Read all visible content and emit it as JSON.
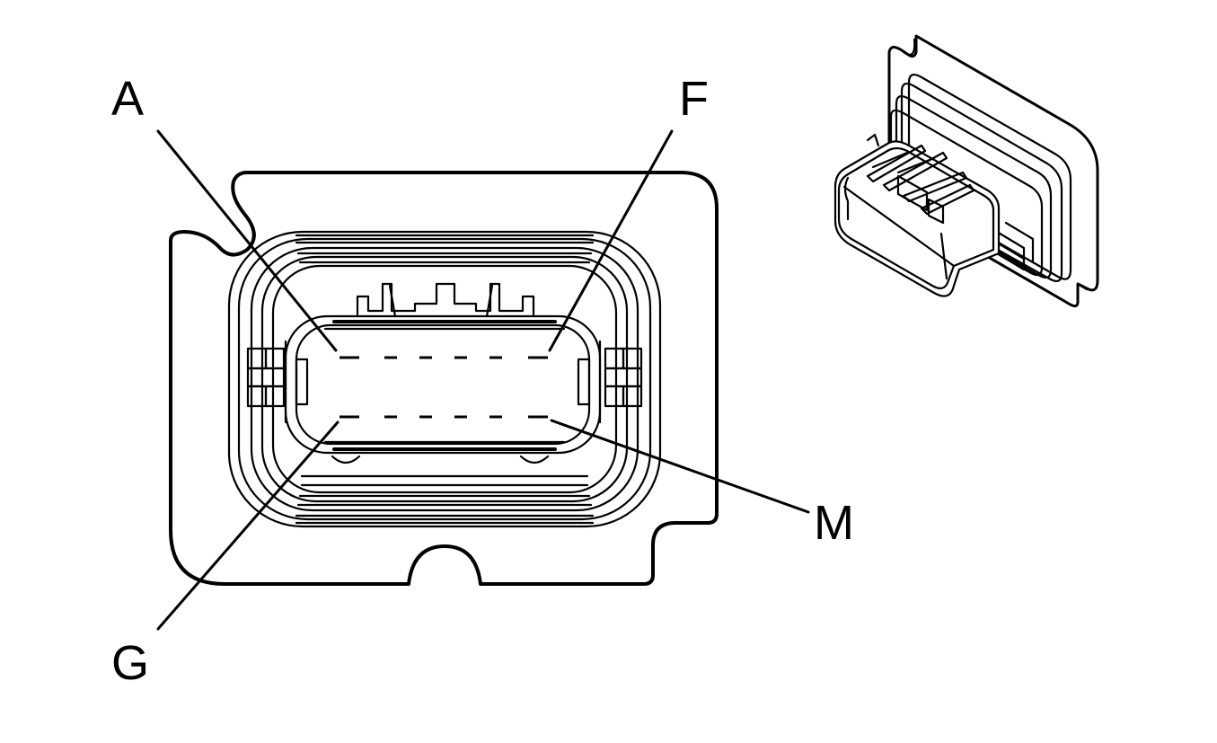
{
  "labels": {
    "pin_a": "A",
    "pin_f": "F",
    "pin_g": "G",
    "pin_m": "M"
  },
  "colors": {
    "line": "#000000",
    "background": "#ffffff"
  }
}
